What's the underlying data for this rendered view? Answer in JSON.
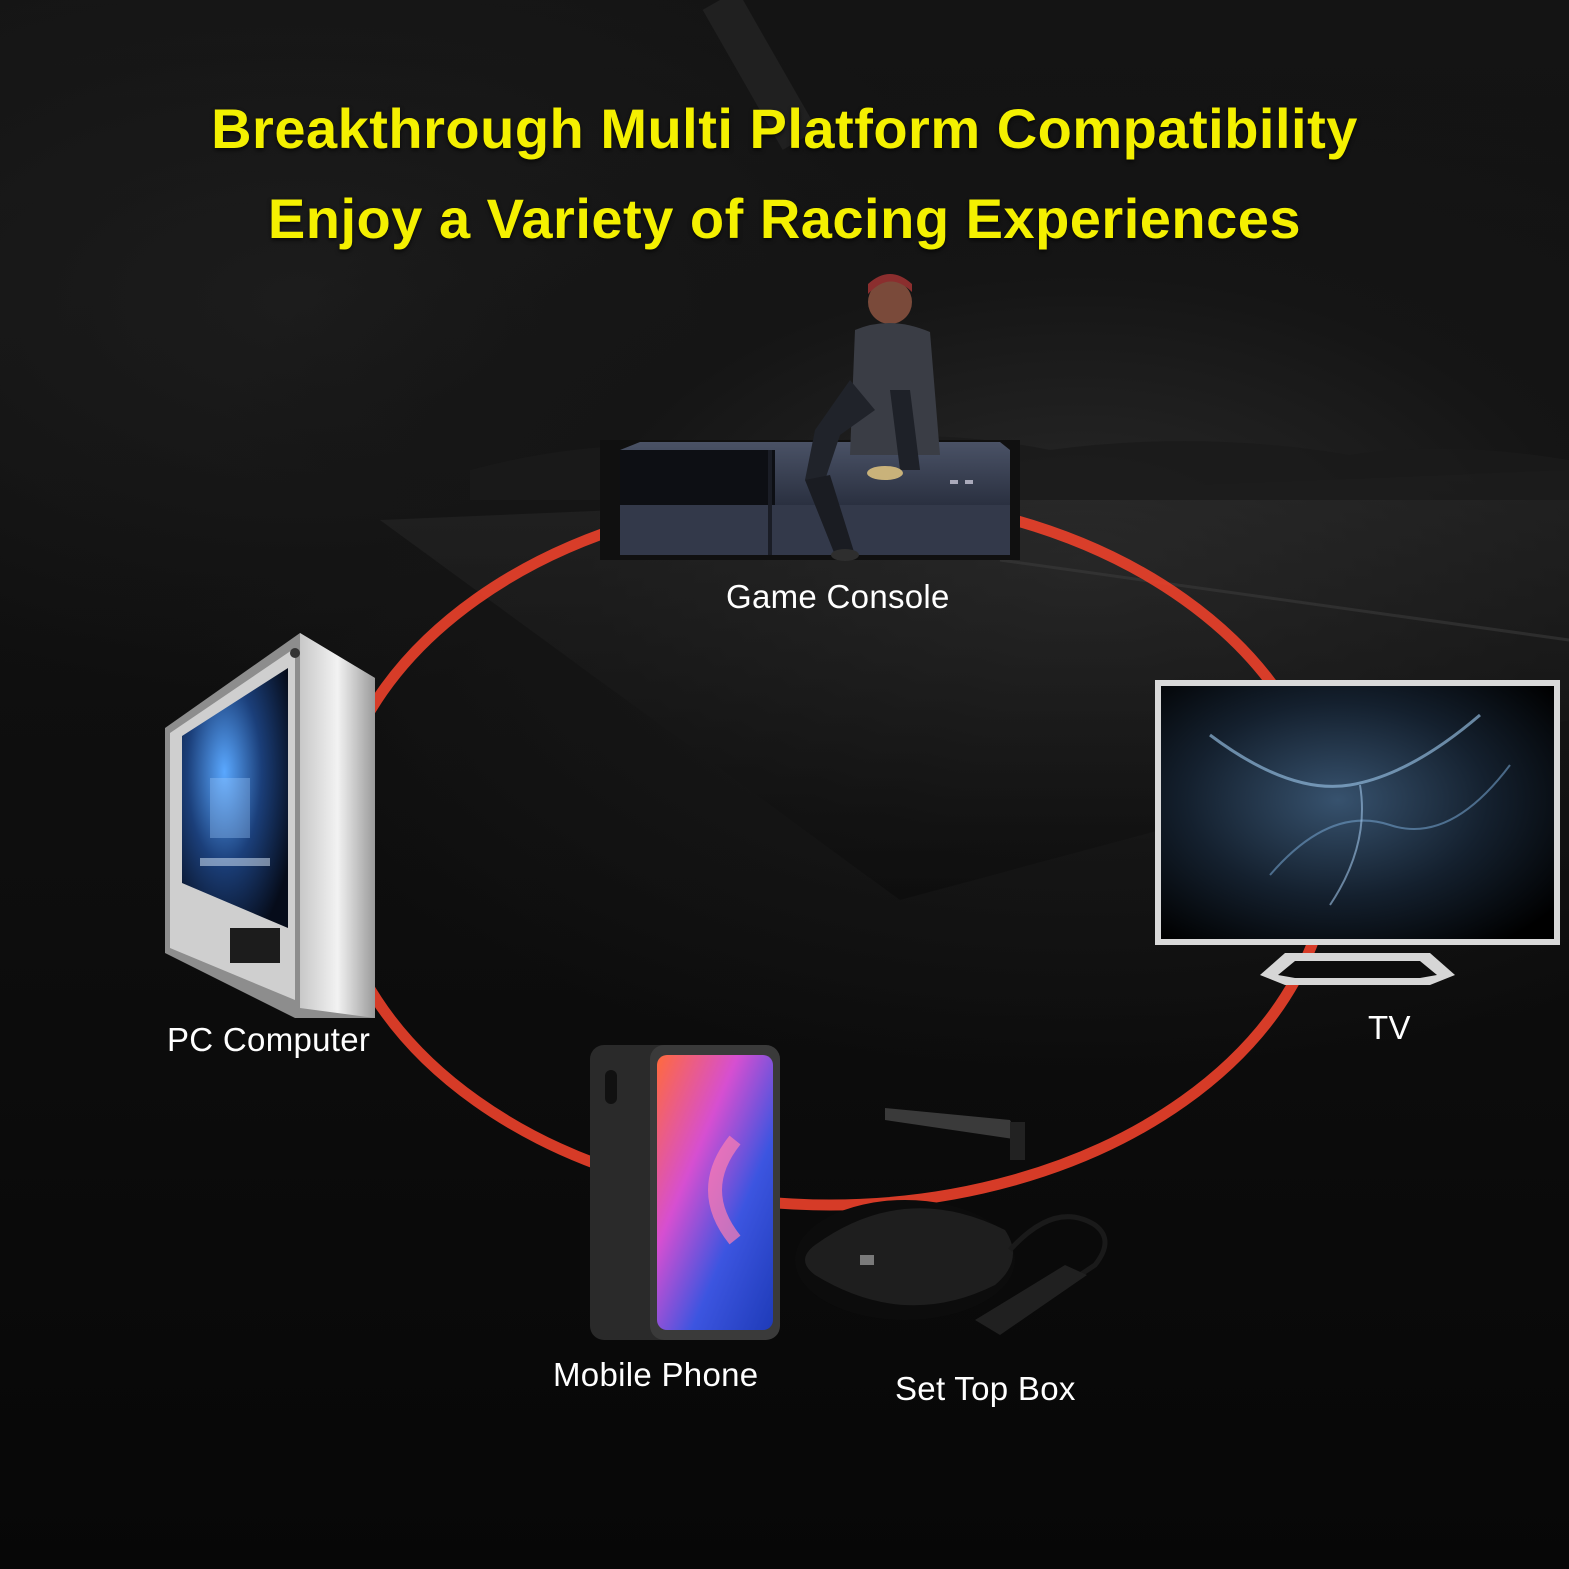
{
  "headline": {
    "line1": "Breakthrough Multi Platform Compatibility",
    "line2": "Enjoy a Variety of Racing Experiences"
  },
  "devices": [
    {
      "id": "game-console",
      "label": "Game Console",
      "icon": "game-console-icon"
    },
    {
      "id": "pc-computer",
      "label": "PC Computer",
      "icon": "pc-tower-icon"
    },
    {
      "id": "tv",
      "label": "TV",
      "icon": "tv-icon"
    },
    {
      "id": "mobile-phone",
      "label": "Mobile Phone",
      "icon": "smartphone-icon"
    },
    {
      "id": "set-top-box",
      "label": "Set Top Box",
      "icon": "set-top-box-icon"
    }
  ],
  "colors": {
    "headline": "#f4f000",
    "ring": "#e8402a",
    "label": "#ffffff",
    "background": "#0b0b0b"
  }
}
